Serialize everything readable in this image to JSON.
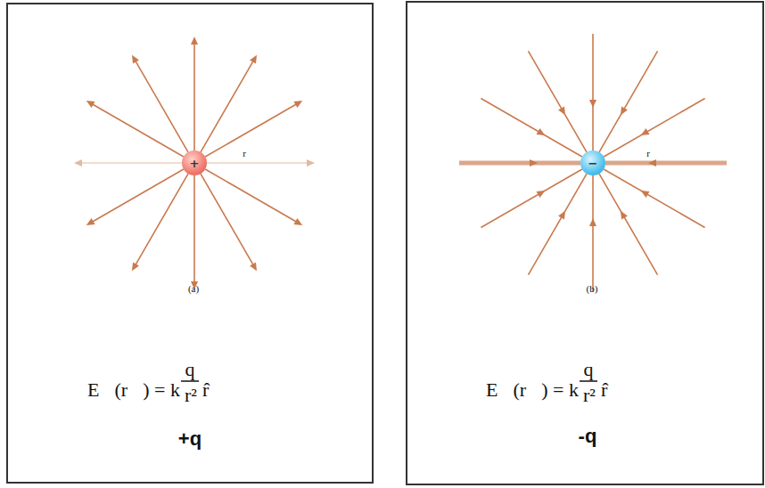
{
  "diagram": {
    "nodes": [
      {
        "text": [
          "+"
        ]
      },
      {
        "text": [
          "−"
        ]
      }
    ],
    "labels": [
      "r",
      "(a)",
      "E⃗(r⃗) = k",
      "q",
      "r²",
      "r̂",
      "+q",
      "r",
      "(b)",
      "E⃗(r⃗) = k",
      "q",
      "r²",
      "r̂",
      "-q"
    ]
  }
}
